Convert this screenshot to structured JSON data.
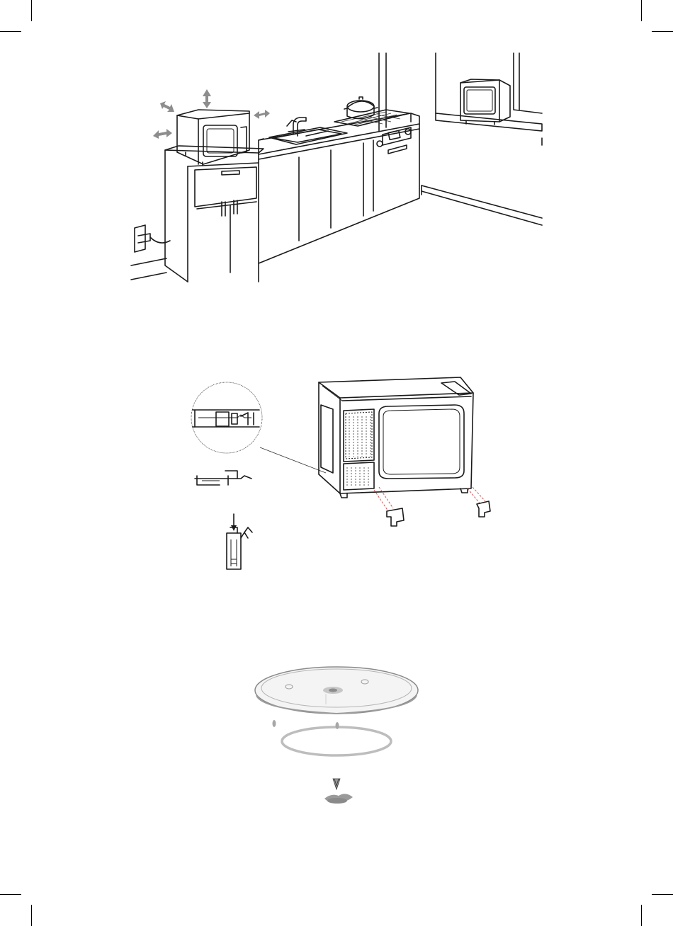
{
  "page": {
    "background": "#ffffff",
    "line_color": "#1a1a1a",
    "arrow_color": "#8d8d8d",
    "guide_color": "#d05a5a"
  },
  "figures": [
    {
      "id": "kitchen-installation-illustration"
    },
    {
      "id": "feet-mounting-illustration"
    },
    {
      "id": "turntable-assembly-illustration"
    }
  ]
}
